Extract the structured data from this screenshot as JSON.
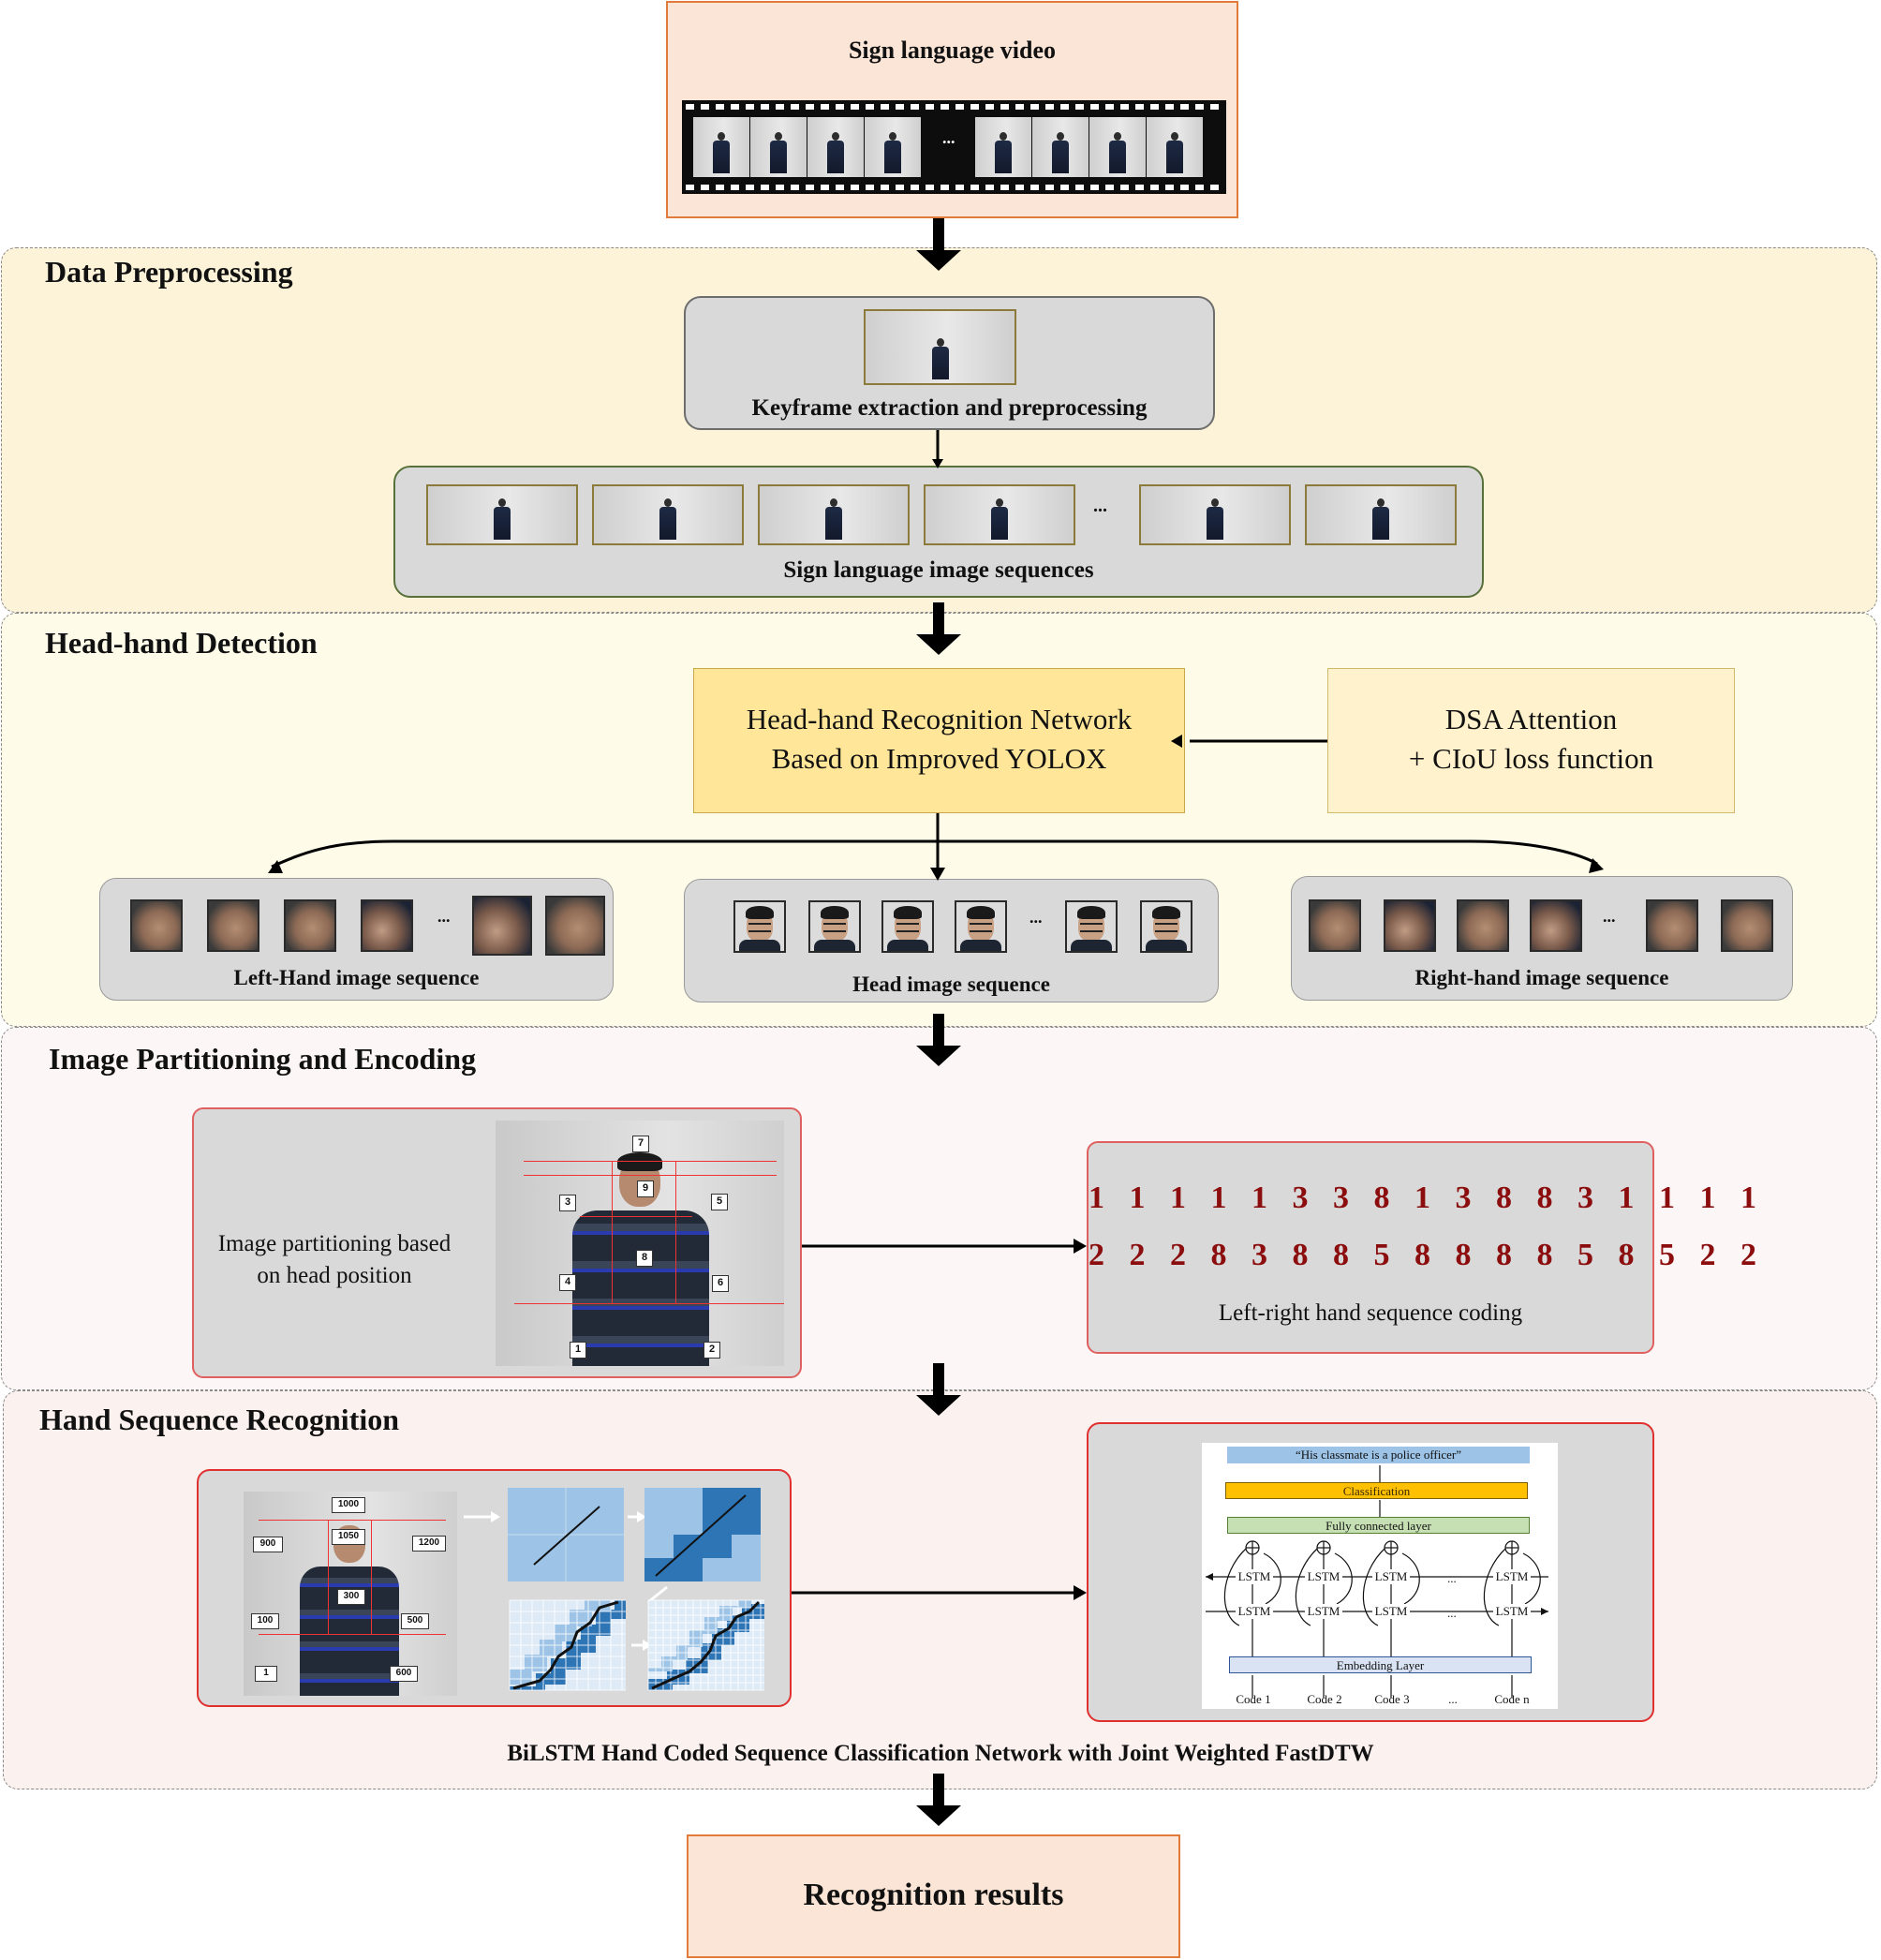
{
  "input": {
    "title": "Sign language video",
    "ellipsis": "..."
  },
  "preprocessing": {
    "section_title": "Data Preprocessing",
    "keyframe_caption": "Keyframe extraction and preprocessing",
    "sequence_caption": "Sign language image sequences",
    "ellipsis": "..."
  },
  "detection": {
    "section_title": "Head-hand Detection",
    "network_line1": "Head-hand Recognition Network",
    "network_line2": "Based on Improved YOLOX",
    "attention_line1": "DSA Attention",
    "attention_line2": "+ CIoU loss function",
    "left_caption": "Left-Hand image sequence",
    "head_caption": "Head image sequence",
    "right_caption": "Right-hand image sequence",
    "ellipsis": "..."
  },
  "partitioning": {
    "section_title": "Image Partitioning and Encoding",
    "label_line1": "Image partitioning based",
    "label_line2": "on head position",
    "region_numbers": [
      "7",
      "9",
      "3",
      "5",
      "8",
      "4",
      "6",
      "1",
      "2"
    ],
    "code_line1": "1 1 1 1 1 3 3 8 1 3 8 8 3 1 1 1 1",
    "code_line2": "2 2 2 8 3 8 8 5 8 8 8 8 5 8 5 2 2",
    "coding_caption": "Left-right hand sequence coding"
  },
  "recognition": {
    "section_title": "Hand Sequence Recognition",
    "weights": [
      "1000",
      "1050",
      "900",
      "1200",
      "300",
      "100",
      "500",
      "1",
      "600"
    ],
    "bilstm": {
      "output": "“His classmate is a police officer”",
      "classification": "Classification",
      "fc": "Fully connected layer",
      "lstm": "LSTM",
      "embedding": "Embedding Layer",
      "codes": [
        "Code 1",
        "Code 2",
        "Code 3",
        "...",
        "Code n"
      ]
    },
    "caption": "BiLSTM Hand Coded Sequence Classification Network with Joint Weighted FastDTW"
  },
  "output": {
    "label": "Recognition results"
  },
  "colors": {
    "input_fill": "#fbe5d6",
    "input_border": "#e07b39",
    "preprocess_bg": "#fdf3d9",
    "detection_bg": "#fefbe8",
    "partition_bg": "#fdf6f6",
    "recognition_bg": "#fbf1ee",
    "network_fill": "#ffe699",
    "attention_fill": "#fff2cc",
    "code_red": "#8b0d0d",
    "red_border": "#e03c3c"
  }
}
